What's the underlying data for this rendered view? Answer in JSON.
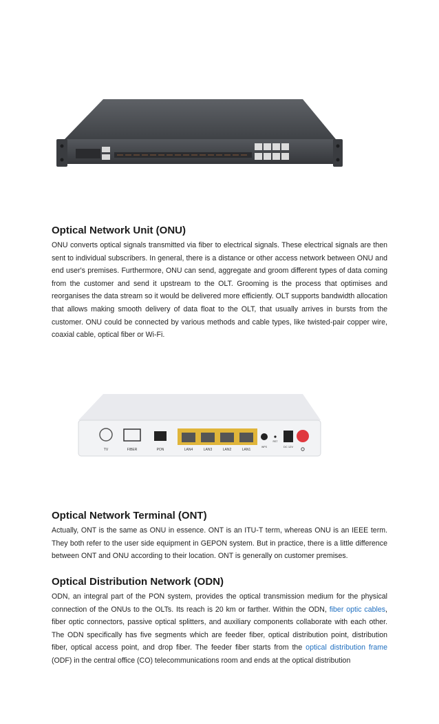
{
  "sections": [
    {
      "title": "Optical Network Unit (ONU)",
      "body": "ONU converts optical signals transmitted via fiber to electrical signals. These electrical signals are then sent to individual subscribers. In general, there is a distance or other access network between ONU and end user's premises. Furthermore, ONU can send, aggregate and groom different types of data coming from the customer and send it upstream to the OLT. Grooming is the process that optimises and reorganises the data stream so it would be delivered more efficiently. OLT supports bandwidth allocation that allows making smooth delivery of data float to the OLT, that usually arrives in bursts from the customer. ONU could be connected by various methods and cable types, like twisted-pair copper wire, coaxial cable, optical fiber or Wi-Fi."
    },
    {
      "title": "Optical Network Terminal (ONT)",
      "body": "Actually, ONT is the same as ONU in essence. ONT is an ITU-T term, whereas ONU is an IEEE term. They both refer to the user side equipment in GEPON system. But in practice, there is a little difference between ONT and ONU according to their location. ONT is generally on customer premises."
    },
    {
      "title": "Optical Distribution Network (ODN)",
      "body_part1": "ODN, an integral part of the PON system, provides the optical transmission medium for the physical connection of the ONUs to the OLTs. Its reach is 20 km or farther. Within the ODN, ",
      "link1": "fiber optic cables",
      "body_part2": ", fiber optic connectors, passive optical splitters, and auxiliary components collaborate with each other. The ODN specifically has five segments which are feeder fiber, optical distribution point, distribution fiber, optical access point, and drop fiber. The feeder fiber starts from the ",
      "link2": "optical distribution frame",
      "body_part3": " (ODF) in the central office (CO) telecommunications room and ends at the optical distribution"
    }
  ],
  "ont_labels": {
    "tv": "TV",
    "fiber": "FIBER",
    "pon": "PON",
    "lan4": "LAN4",
    "lan3": "LAN3",
    "lan2": "LAN2",
    "lan1": "LAN1",
    "wps": "WPS",
    "rst": "RST",
    "dc": "DC  12V"
  },
  "colors": {
    "link": "#1f6fc0",
    "olt_body": "#4a4d52",
    "ont_body": "#f2f3f5",
    "lan_port": "#e0b53a",
    "power_button": "#e0383e"
  }
}
